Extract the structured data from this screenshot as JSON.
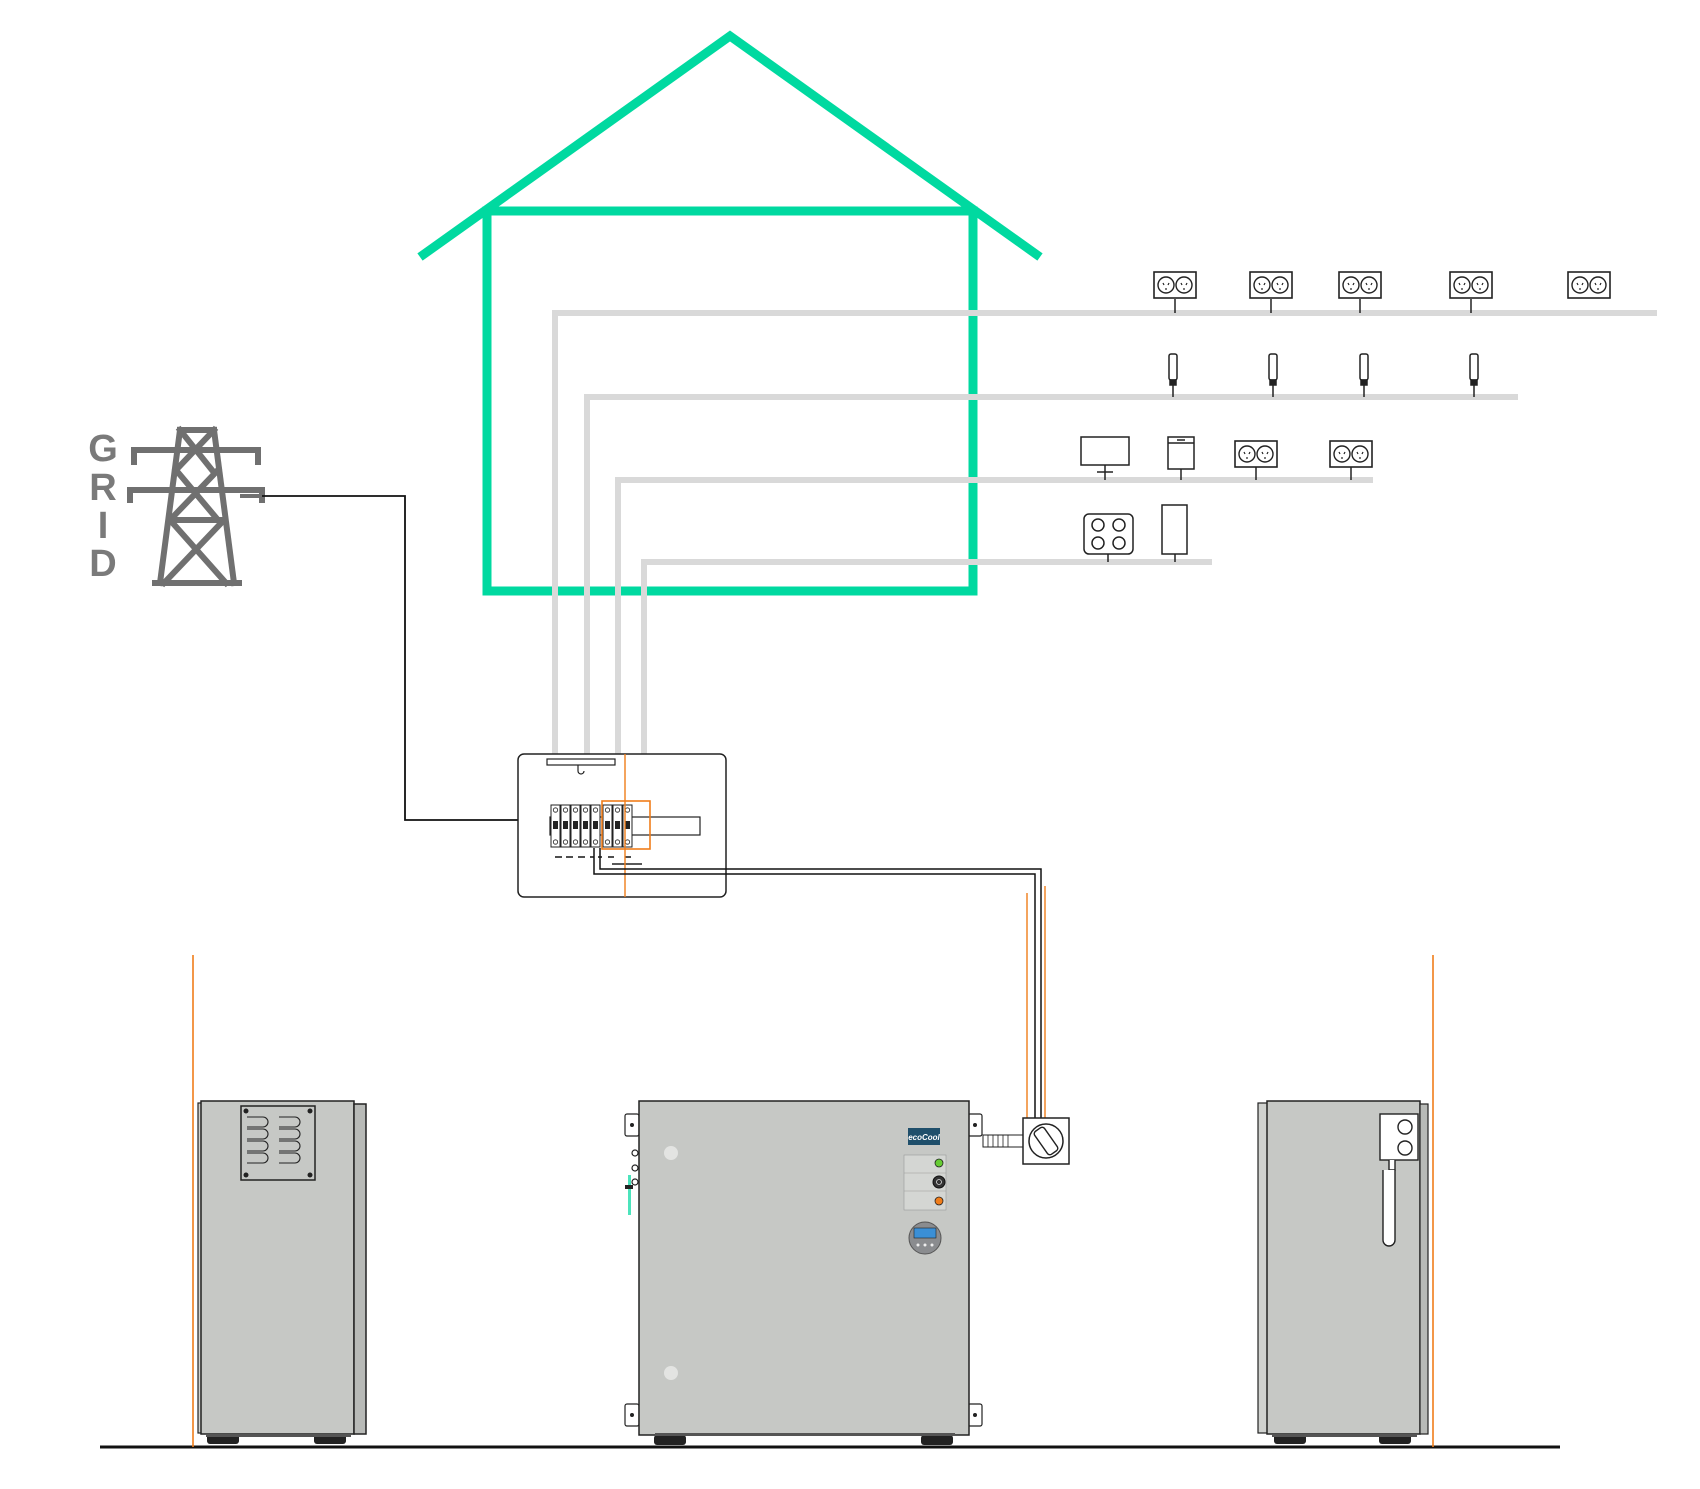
{
  "grid": {
    "letters": [
      "G",
      "R",
      "I",
      "D"
    ]
  },
  "unit": {
    "brand": "ecoCool"
  },
  "colors": {
    "house": "#00d9a0",
    "circuit": "#d9d9d9",
    "cabinet": "#c6c8c5",
    "pylon": "#707070",
    "orange": "#f07d1a",
    "line": "#111111"
  },
  "circuits": [
    {
      "devices": [
        "power-outlet",
        "power-outlet",
        "power-outlet",
        "power-outlet",
        "power-outlet"
      ]
    },
    {
      "devices": [
        "light-bulb",
        "light-bulb",
        "light-bulb",
        "light-bulb"
      ]
    },
    {
      "devices": [
        "monitor",
        "dishwasher",
        "power-outlet",
        "power-outlet"
      ]
    },
    {
      "devices": [
        "cooktop",
        "fridge"
      ]
    }
  ]
}
